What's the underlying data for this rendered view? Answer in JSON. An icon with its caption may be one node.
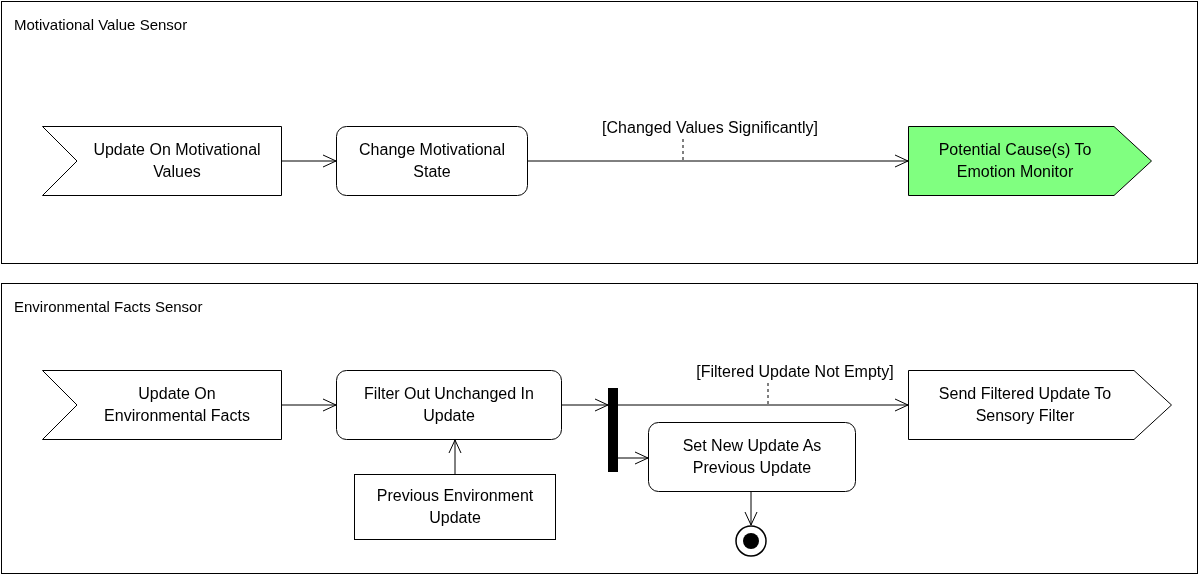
{
  "diagram": {
    "nodes": [
      {
        "text": [
          "Motivational Value Sensor"
        ]
      },
      {
        "text": [
          "Update On Motivational Values"
        ],
        "in": 0
      },
      {
        "text": [
          "Change Motivational State"
        ],
        "in": 0
      },
      {
        "text": [
          "Potential Cause(s) To Emotion Monitor"
        ],
        "in": 0
      },
      {
        "text": [
          "Environmental Facts Sensor"
        ]
      },
      {
        "text": [
          "Update On Environmental Facts"
        ],
        "in": 4
      },
      {
        "text": [
          "Filter Out Unchanged In Update"
        ],
        "in": 4
      },
      {
        "text": [
          "Previous Environment Update"
        ],
        "in": 4
      },
      {
        "text": [],
        "shape": "bar",
        "in": 4
      },
      {
        "text": [
          "Send Filtered Update To Sensory Filter"
        ],
        "in": 4
      },
      {
        "text": [
          "Set New Update As Previous Update"
        ],
        "in": 4
      },
      {
        "text": [],
        "shape": "circle",
        "in": 4
      }
    ],
    "edges": [
      {
        "from": 1,
        "to": 2,
        "arrow": "to"
      },
      {
        "from": 2,
        "to": 3,
        "arrow": "to",
        "label": "[Changed Values Significantly]"
      },
      {
        "from": 5,
        "to": 6,
        "arrow": "to"
      },
      {
        "from": 6,
        "to": 8,
        "arrow": "to"
      },
      {
        "from": 7,
        "to": 6,
        "arrow": "to"
      },
      {
        "from": 8,
        "to": 9,
        "arrow": "to",
        "label": "[Filtered Update Not Empty]"
      },
      {
        "from": 8,
        "to": 10,
        "arrow": "to"
      },
      {
        "from": 10,
        "to": 11,
        "arrow": "to"
      }
    ]
  }
}
